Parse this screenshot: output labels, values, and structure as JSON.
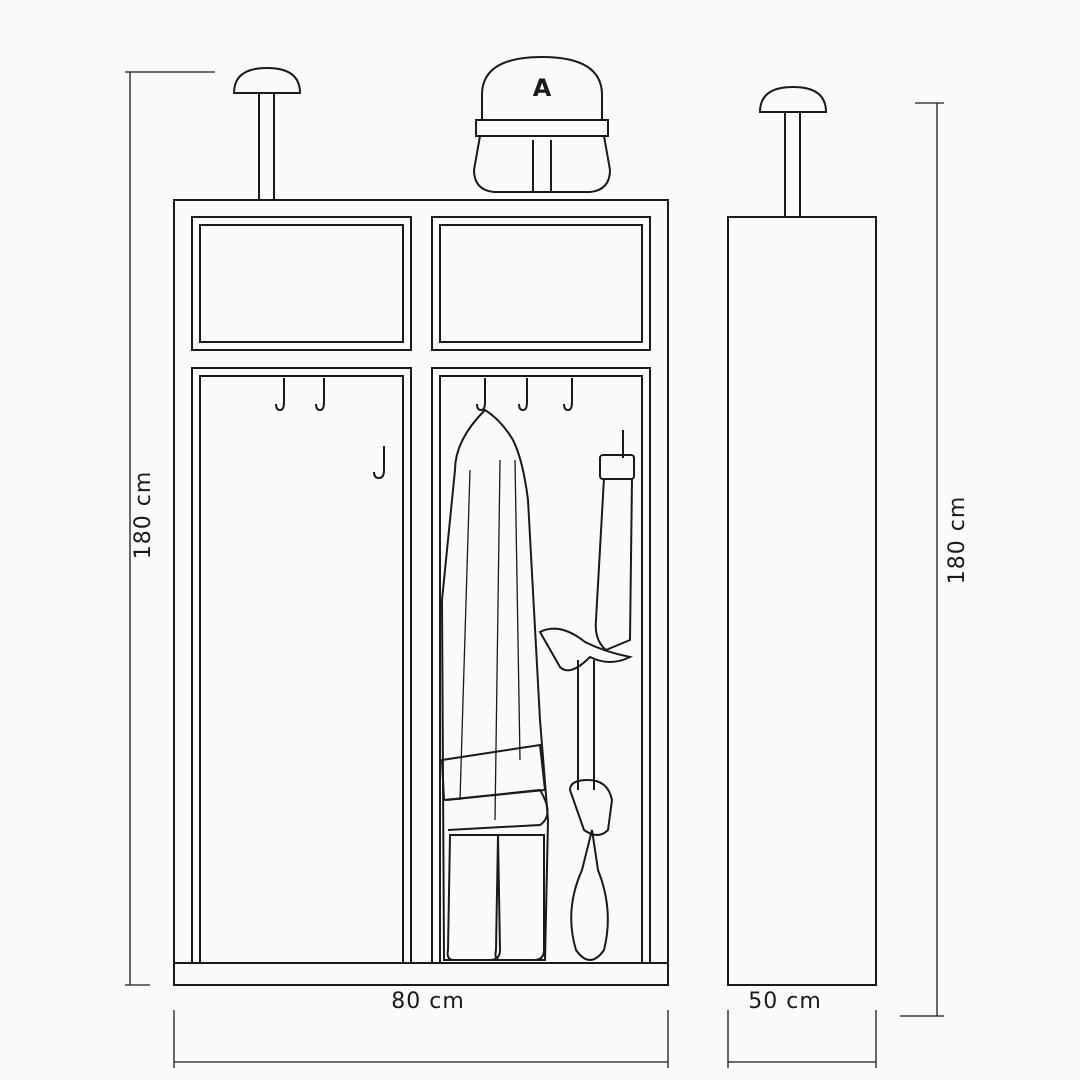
{
  "dimensions": {
    "front_height": "180 cm",
    "front_width": "80 cm",
    "side_depth": "50 cm",
    "side_height": "180 cm"
  },
  "helmet_letter": "A",
  "colors": {
    "line": "#1a1a1a",
    "background": "#fafafa"
  }
}
